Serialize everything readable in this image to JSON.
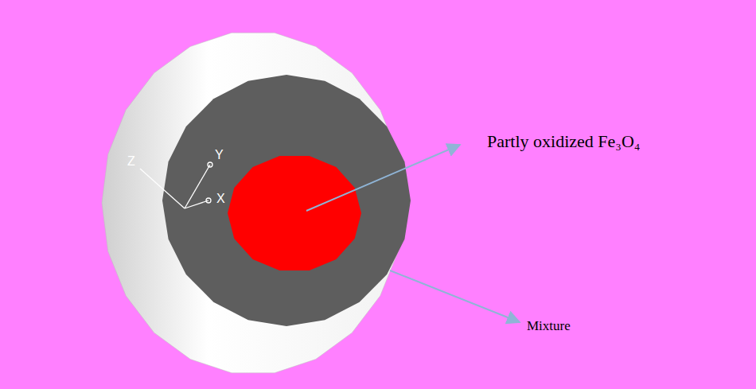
{
  "diagram": {
    "labels": [
      "Partly oxidized Fe₃O₄",
      "Mixture",
      "Z",
      "Y",
      "X"
    ]
  }
}
